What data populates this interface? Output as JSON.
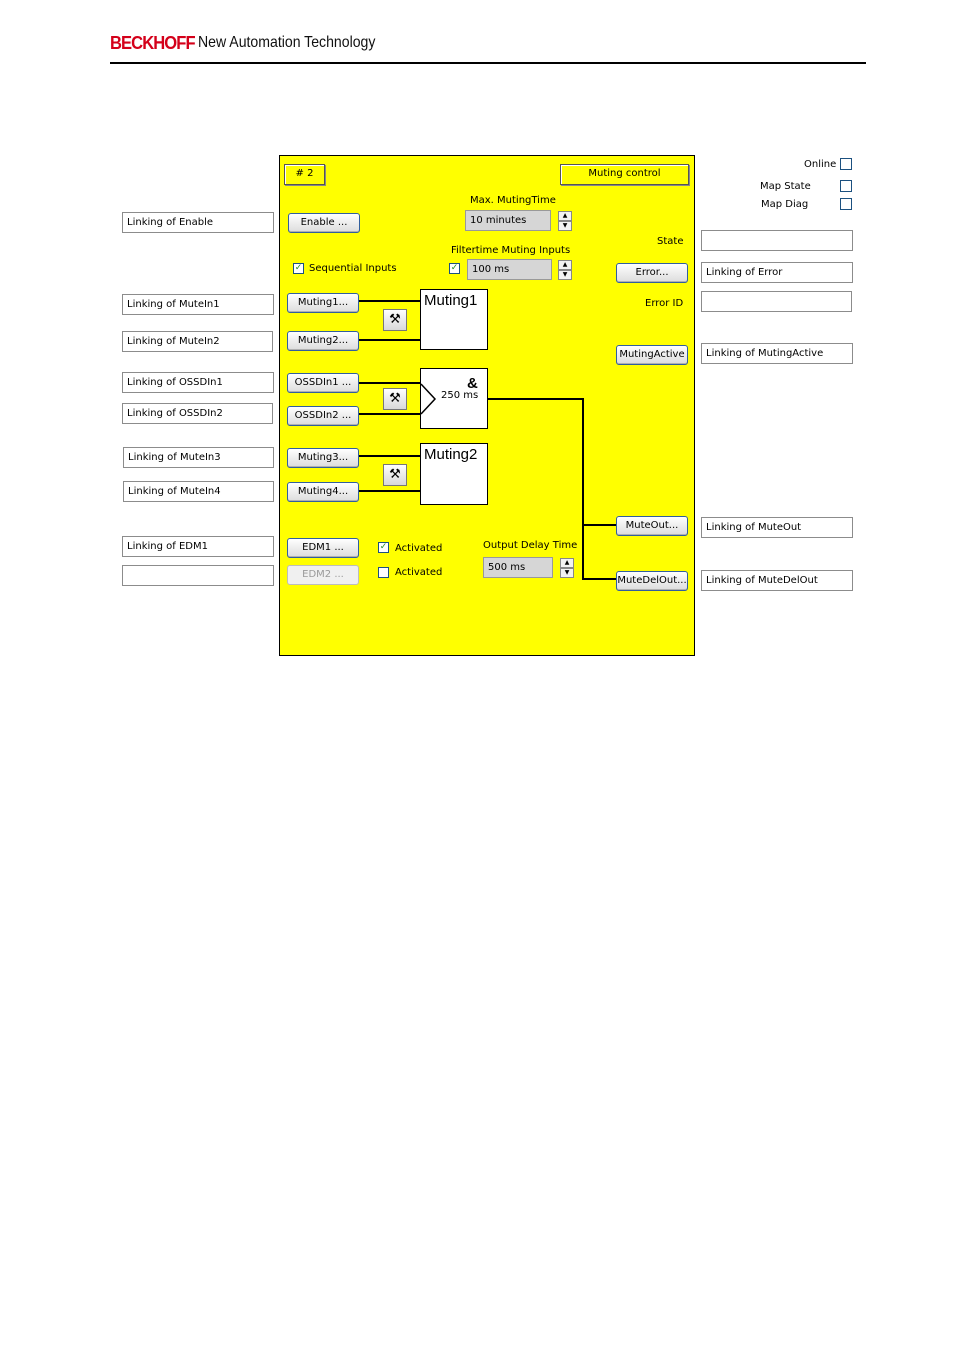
{
  "header": {
    "brand": "BECKHOFF",
    "tagline": "New Automation Technology"
  },
  "left_links": {
    "enable": "Linking of Enable",
    "mutein1": "Linking of MuteIn1",
    "mutein2": "Linking of MuteIn2",
    "ossdin1": "Linking of OSSDIn1",
    "ossdin2": "Linking of OSSDIn2",
    "mutein3": "Linking of MuteIn3",
    "mutein4": "Linking of MuteIn4",
    "edm1": "Linking of EDM1",
    "edm2": ""
  },
  "right_links": {
    "state": "",
    "error": "Linking of Error",
    "error_id": "",
    "muting_active": "Linking of MutingActive",
    "mute_out": "Linking of MuteOut",
    "mute_del_out": "Linking of MuteDelOut"
  },
  "options": {
    "online": "Online",
    "map_state": "Map State",
    "map_diag": "Map Diag"
  },
  "panel": {
    "number_label": "# 2",
    "title": "Muting control",
    "max_muting_time_label": "Max. MutingTime",
    "max_muting_time_value": "10 minutes",
    "filtertime_label": "Filtertime Muting Inputs",
    "filtertime_value": "100 ms",
    "sequential_inputs_label": "Sequential Inputs",
    "state_label": "State",
    "error_id_label": "Error ID",
    "output_delay_label": "Output Delay Time",
    "output_delay_value": "500 ms",
    "activated_label_1": "Activated",
    "activated_label_2": "Activated",
    "buttons": {
      "enable": "Enable ...",
      "muting1": "Muting1...",
      "muting2": "Muting2...",
      "ossdin1": "OSSDIn1 ...",
      "ossdin2": "OSSDIn2 ...",
      "muting3": "Muting3...",
      "muting4": "Muting4...",
      "edm1": "EDM1 ...",
      "edm2": "EDM2 ...",
      "error": "Error...",
      "muting_active": "MutingActive",
      "mute_out": "MuteOut...",
      "mute_del_out": "MuteDelOut..."
    },
    "blocks": {
      "muting1": "Muting1",
      "and_symbol": "&",
      "and_delay": "250 ms",
      "muting2": "Muting2"
    },
    "checkbox_states": {
      "sequential_inputs": true,
      "filtertime": true,
      "edm1_activated": true,
      "edm2_activated": false
    }
  },
  "colors": {
    "brand_red": "#d4001a",
    "panel_yellow": "#ffff00"
  }
}
